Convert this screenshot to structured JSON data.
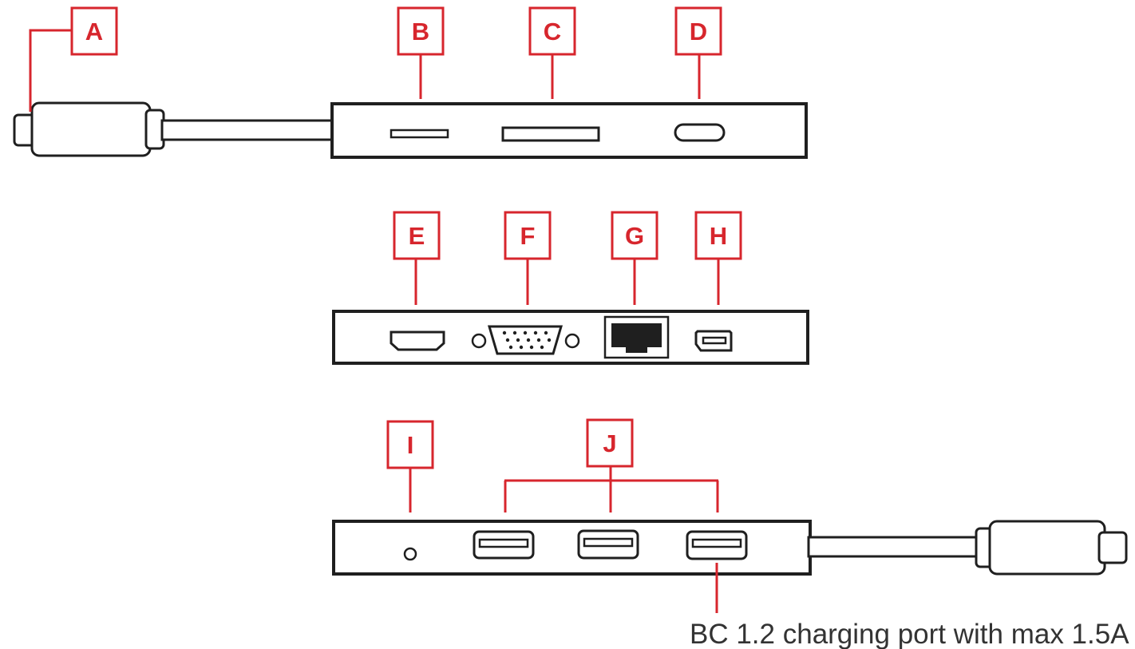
{
  "callouts": {
    "A": "A",
    "B": "B",
    "C": "C",
    "D": "D",
    "E": "E",
    "F": "F",
    "G": "G",
    "H": "H",
    "I": "I",
    "J": "J"
  },
  "note": "BC 1.2 charging port with max 1.5A",
  "colors": {
    "callout": "#d7262d",
    "line_art": "#1f1f1f",
    "caption": "#333333",
    "background": "#ffffff"
  }
}
